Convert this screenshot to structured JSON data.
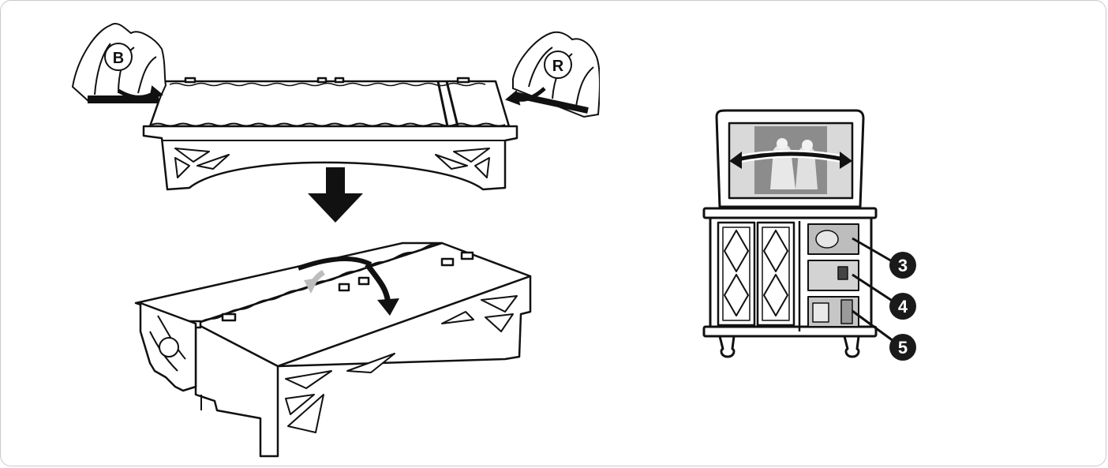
{
  "callouts": [
    {
      "label": "3"
    },
    {
      "label": "4"
    },
    {
      "label": "5"
    }
  ],
  "colors": {
    "ink": "#111111",
    "fill_light": "#ffffff",
    "fill_grey": "#bdbdbd",
    "badge": "#1a1a1a",
    "border": "#c9c9c9"
  },
  "icons": [
    "clip-left-icon",
    "clip-right-icon",
    "down-arrow-icon",
    "fold-arrow-icon",
    "swing-arrow-icon"
  ]
}
